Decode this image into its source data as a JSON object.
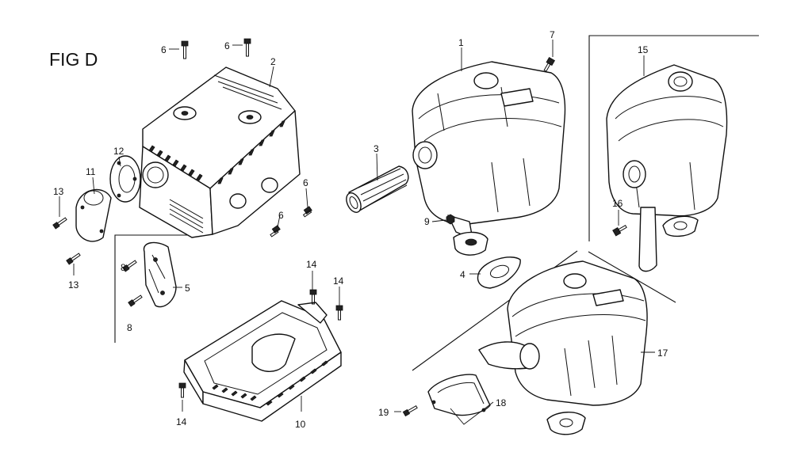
{
  "figure": {
    "title": "FIG D",
    "callouts": [
      {
        "id": "c1",
        "text": "1"
      },
      {
        "id": "c2",
        "text": "2"
      },
      {
        "id": "c3",
        "text": "3"
      },
      {
        "id": "c4",
        "text": "4"
      },
      {
        "id": "c5",
        "text": "5"
      },
      {
        "id": "c6a",
        "text": "6"
      },
      {
        "id": "c6b",
        "text": "6"
      },
      {
        "id": "c6c",
        "text": "6"
      },
      {
        "id": "c6d",
        "text": "6"
      },
      {
        "id": "c7",
        "text": "7"
      },
      {
        "id": "c8a",
        "text": "8"
      },
      {
        "id": "c8b",
        "text": "8"
      },
      {
        "id": "c9",
        "text": "9"
      },
      {
        "id": "c10",
        "text": "10"
      },
      {
        "id": "c11",
        "text": "11"
      },
      {
        "id": "c12",
        "text": "12"
      },
      {
        "id": "c13a",
        "text": "13"
      },
      {
        "id": "c13b",
        "text": "13"
      },
      {
        "id": "c14a",
        "text": "14"
      },
      {
        "id": "c14b",
        "text": "14"
      },
      {
        "id": "c14c",
        "text": "14"
      },
      {
        "id": "c15",
        "text": "15"
      },
      {
        "id": "c16",
        "text": "16"
      },
      {
        "id": "c17",
        "text": "17"
      },
      {
        "id": "c18",
        "text": "18"
      },
      {
        "id": "c19",
        "text": "19"
      }
    ]
  }
}
